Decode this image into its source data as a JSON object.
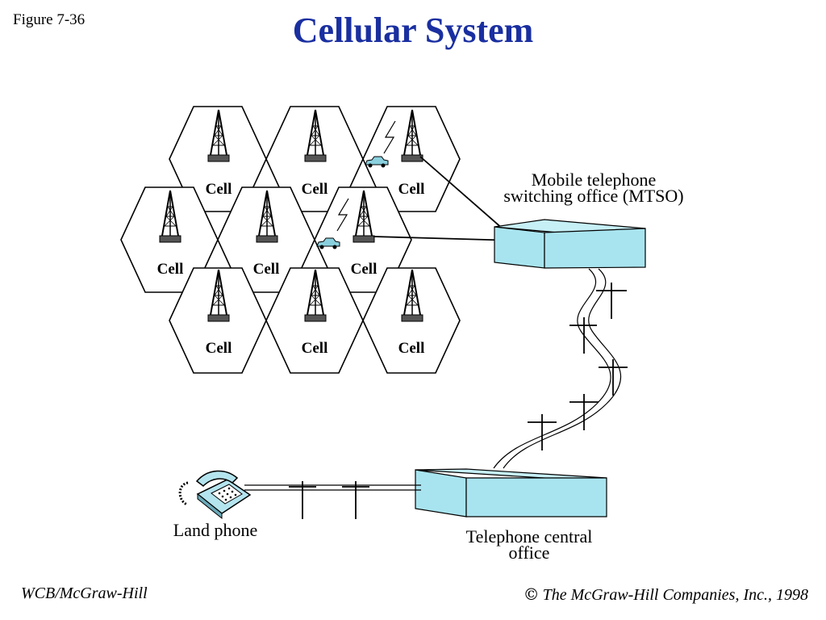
{
  "header": {
    "figure_label": "Figure 7-36",
    "title": "Cellular System"
  },
  "diagram": {
    "cell_label": "Cell",
    "mtso_label_line1": "Mobile  telephone",
    "mtso_label_line2": "switching office (MTSO)",
    "land_phone_label": "Land phone",
    "central_office_line1": "Telephone central",
    "central_office_line2": "office",
    "colors": {
      "box_fill": "#a8e4ef",
      "box_top": "#c6eff6",
      "car": "#8ad0de",
      "title": "#1a2fa0"
    }
  },
  "footer": {
    "publisher": "WCB/McGraw-Hill",
    "copyright_symbol": "©",
    "copyright": "The McGraw-Hill Companies, Inc., 1998"
  }
}
